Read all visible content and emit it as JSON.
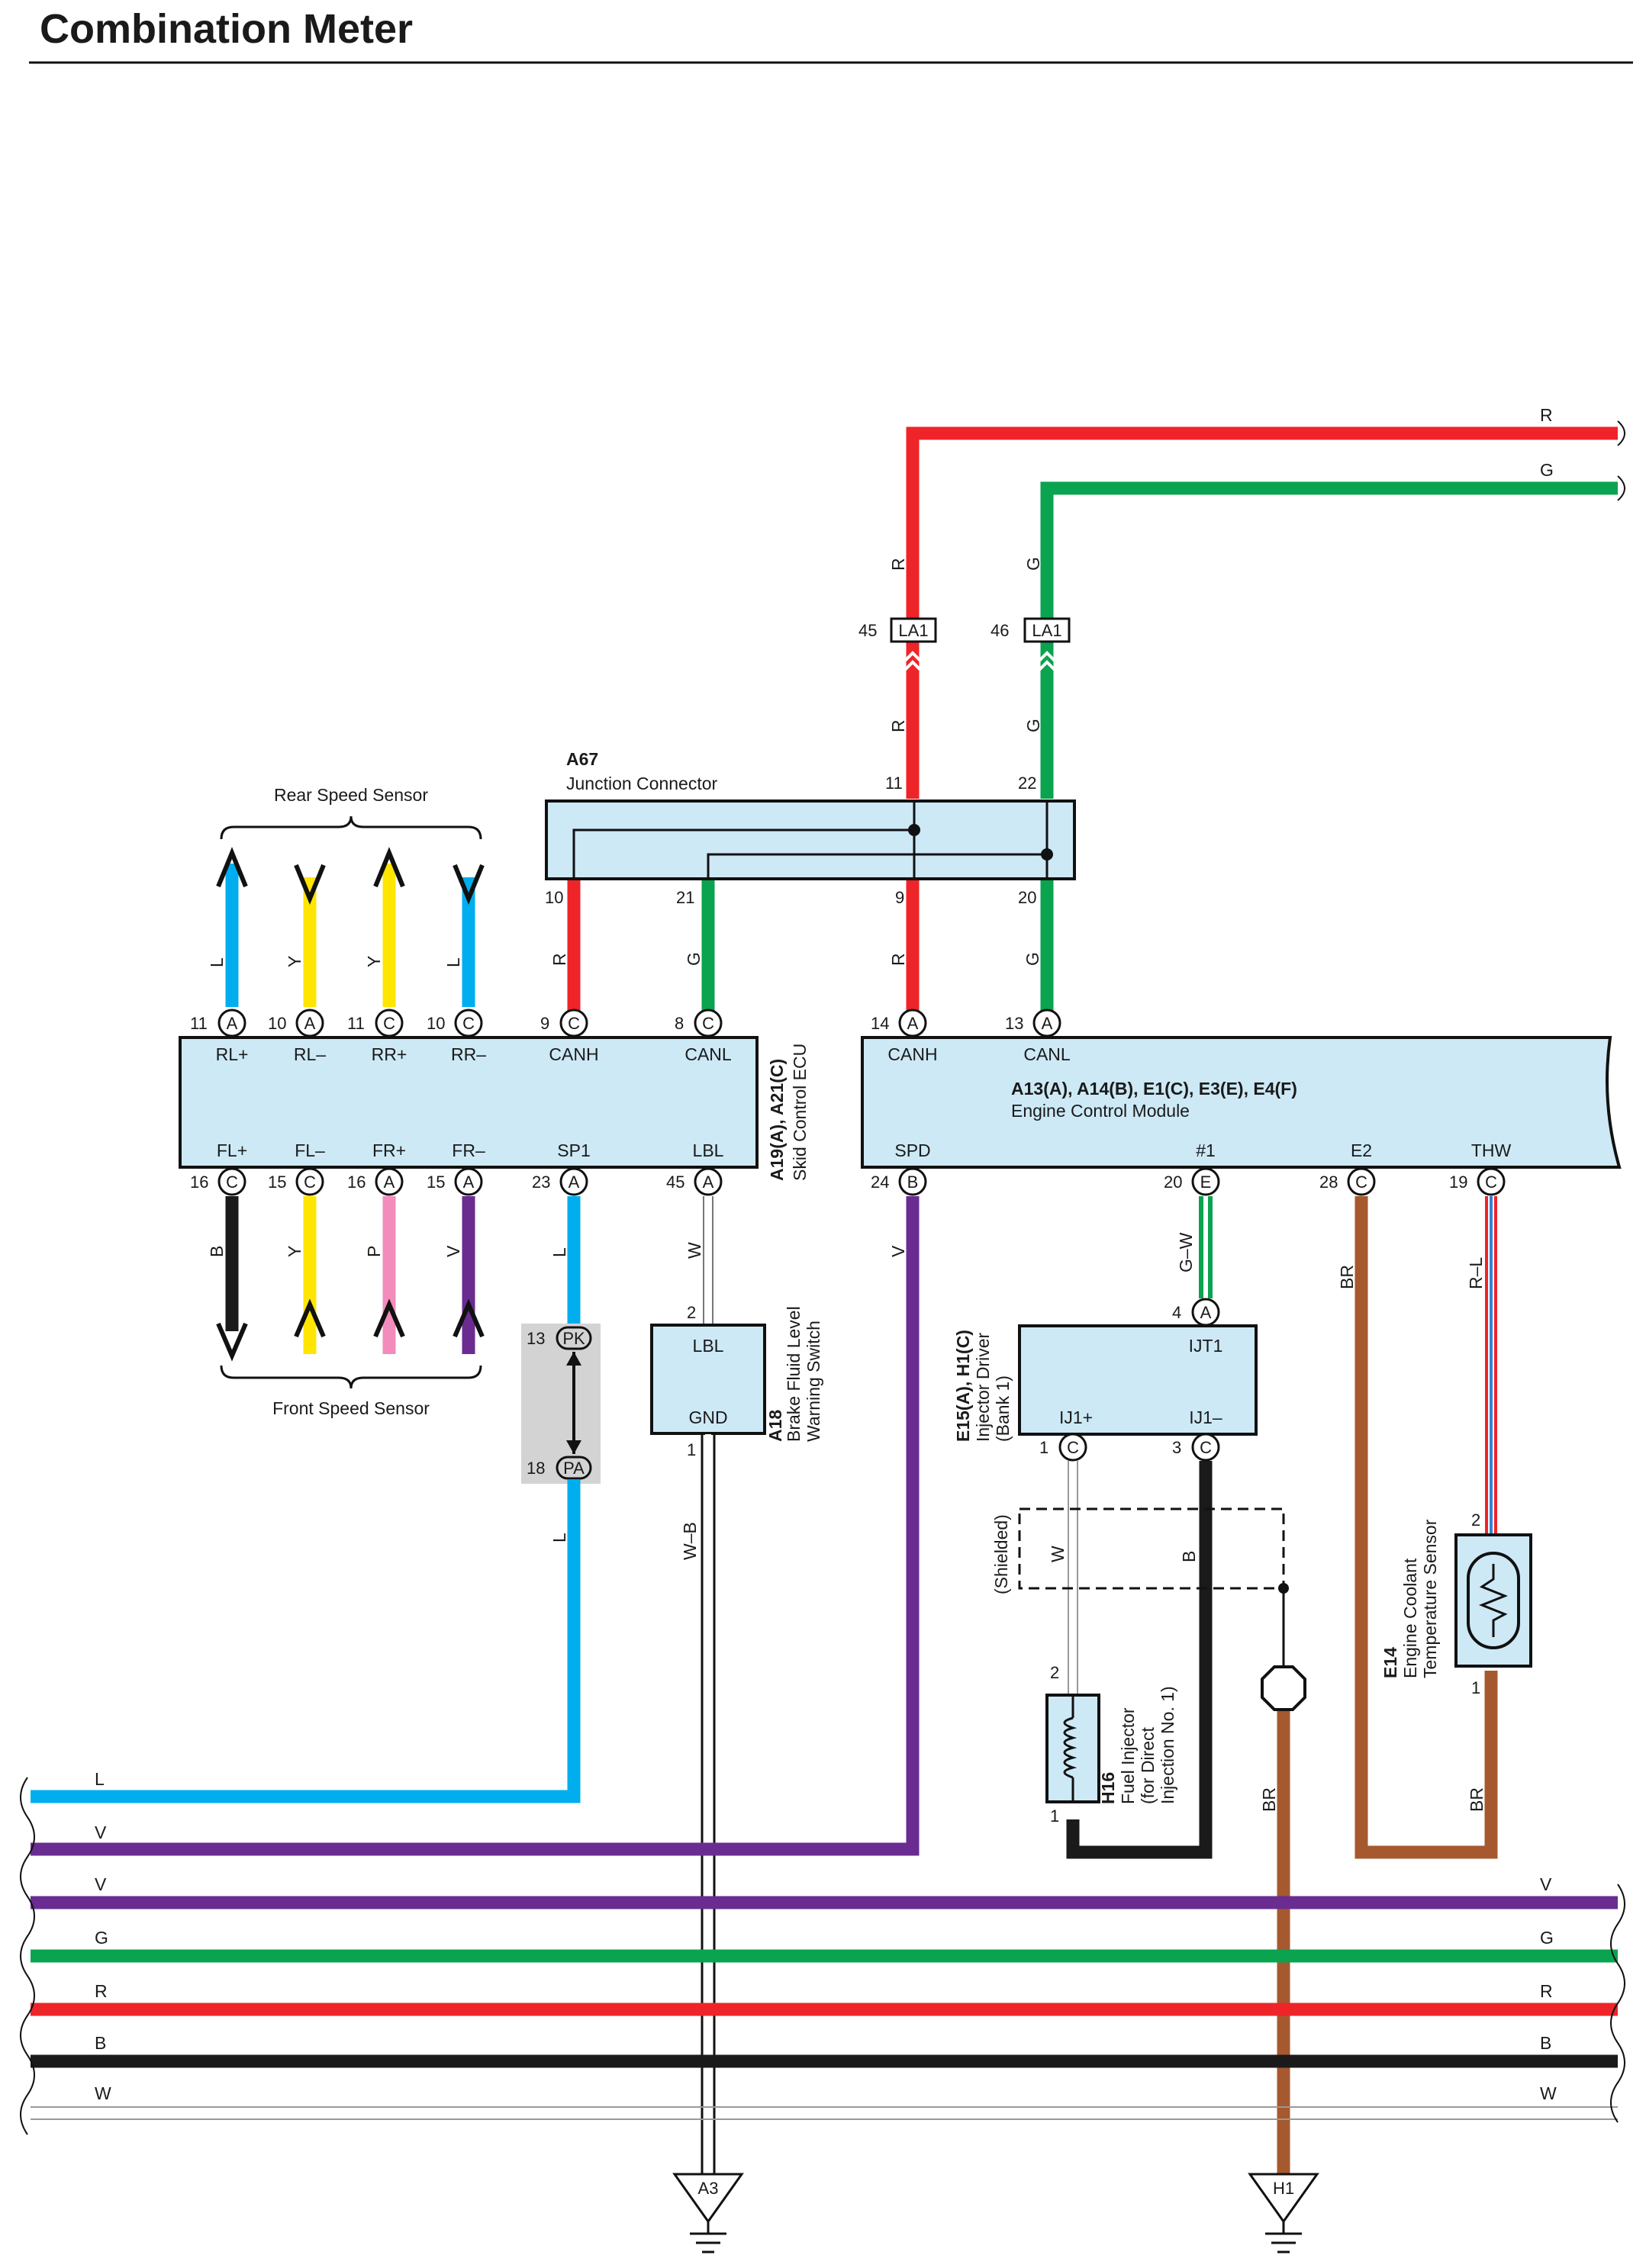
{
  "page": {
    "title": "Combination Meter"
  },
  "components": {
    "a67": {
      "code": "A67",
      "name": "Junction Connector"
    },
    "skid_ecu": {
      "code": "A19(A), A21(C)",
      "name": "Skid Control ECU"
    },
    "ecm": {
      "code": "A13(A), A14(B), E1(C), E3(E), E4(F)",
      "name": "Engine Control Module"
    },
    "a18": {
      "code": "A18",
      "name_line1": "Brake Fluid Level",
      "name_line2": "Warning Switch"
    },
    "e15": {
      "code": "E15(A), H1(C)",
      "name_line1": "Injector Driver",
      "name_line2": "(Bank 1)"
    },
    "h16": {
      "code": "H16",
      "name_line1": "Fuel Injector",
      "name_line2": "(for Direct",
      "name_line3": "Injection No. 1)"
    },
    "e14": {
      "code": "E14",
      "name_line1": "Engine Coolant",
      "name_line2": "Temperature Sensor"
    },
    "rear_speed_sensor": "Rear Speed Sensor",
    "front_speed_sensor": "Front Speed Sensor",
    "shielded": "(Shielded)"
  },
  "connectors": {
    "la1_r": {
      "pin": "45",
      "label": "LA1"
    },
    "la1_g": {
      "pin": "46",
      "label": "LA1"
    },
    "pk": {
      "pin": "13",
      "label": "PK"
    },
    "pa": {
      "pin": "18",
      "label": "PA"
    }
  },
  "grounds": {
    "a3": "A3",
    "h1": "H1"
  },
  "skid_ecu_top_pins": [
    {
      "pin": "11",
      "conn": "A",
      "signal": "RL+",
      "wire": "L"
    },
    {
      "pin": "10",
      "conn": "A",
      "signal": "RL–",
      "wire": "Y"
    },
    {
      "pin": "11",
      "conn": "C",
      "signal": "RR+",
      "wire": "Y"
    },
    {
      "pin": "10",
      "conn": "C",
      "signal": "RR–",
      "wire": "L"
    },
    {
      "pin": "9",
      "conn": "C",
      "signal": "CANH",
      "wire": "R"
    },
    {
      "pin": "8",
      "conn": "C",
      "signal": "CANL",
      "wire": "G"
    }
  ],
  "skid_ecu_bottom_pins": [
    {
      "pin": "16",
      "conn": "C",
      "signal": "FL+",
      "wire": "B"
    },
    {
      "pin": "15",
      "conn": "C",
      "signal": "FL–",
      "wire": "Y"
    },
    {
      "pin": "16",
      "conn": "A",
      "signal": "FR+",
      "wire": "P"
    },
    {
      "pin": "15",
      "conn": "A",
      "signal": "FR–",
      "wire": "V"
    },
    {
      "pin": "23",
      "conn": "A",
      "signal": "SP1",
      "wire": "L"
    },
    {
      "pin": "45",
      "conn": "A",
      "signal": "LBL",
      "wire": "W"
    }
  ],
  "ecm_top_pins": [
    {
      "pin": "14",
      "conn": "A",
      "signal": "CANH"
    },
    {
      "pin": "13",
      "conn": "A",
      "signal": "CANL"
    }
  ],
  "ecm_bottom_pins": [
    {
      "pin": "24",
      "conn": "B",
      "signal": "SPD"
    },
    {
      "pin": "20",
      "conn": "E",
      "signal": "#1"
    },
    {
      "pin": "28",
      "conn": "C",
      "signal": "E2"
    },
    {
      "pin": "19",
      "conn": "C",
      "signal": "THW"
    }
  ],
  "a67_pins": [
    "11",
    "22",
    "10",
    "21",
    "9",
    "20"
  ],
  "a18_pins": {
    "top": "2",
    "bottom": "1",
    "top_signal": "LBL",
    "bottom_signal": "GND"
  },
  "e15_pins": {
    "top": "4",
    "top_conn": "A",
    "top_signal": "IJT1",
    "left": "1",
    "left_conn": "C",
    "left_signal": "IJ1+",
    "right": "3",
    "right_conn": "C",
    "right_signal": "IJ1–"
  },
  "h16_pins": {
    "top": "2",
    "bottom": "1"
  },
  "e14_pins": {
    "top": "2",
    "bottom": "1"
  },
  "wire_labels": {
    "r": "R",
    "g": "G",
    "l": "L",
    "y": "Y",
    "b": "B",
    "p": "P",
    "v": "V",
    "w": "W",
    "wb": "W–B",
    "gw": "G–W",
    "br": "BR",
    "rl": "R–L"
  },
  "colors": {
    "R": "#ee2428",
    "G": "#0aa34f",
    "L": "#00aeef",
    "Y": "#ffe500",
    "B": "#1a1a1a",
    "P": "#f28cbc",
    "V": "#6a2c91",
    "W": "#ffffff",
    "BR": "#a6592e",
    "component_fill": "#cde9f6",
    "splice_fill": "#d3d3d3"
  }
}
